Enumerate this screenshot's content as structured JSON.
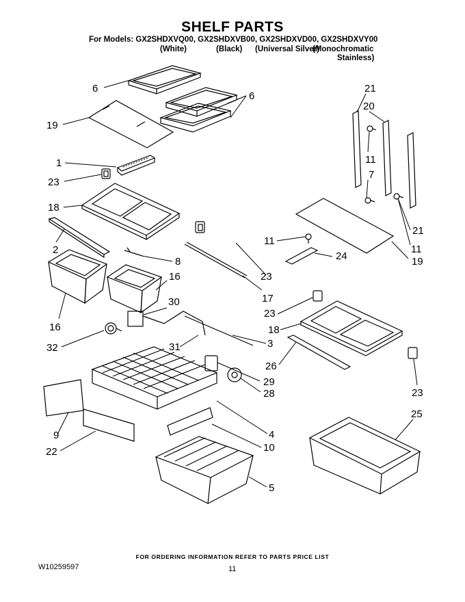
{
  "header": {
    "title": "SHELF PARTS",
    "models_line": "For Models: GX2SHDXVQ00, GX2SHDXVB00, GX2SHDXVD00, GX2SHDXVY00",
    "colors": [
      "(White)",
      "(Black)",
      "(Universal Silver)",
      "(Monochromatic"
    ],
    "colors_cont": "Stainless)"
  },
  "callouts": [
    "6",
    "6",
    "19",
    "1",
    "23",
    "18",
    "2",
    "8",
    "16",
    "16",
    "32",
    "30",
    "3",
    "31",
    "29",
    "28",
    "9",
    "22",
    "4",
    "10",
    "5",
    "21",
    "20",
    "11",
    "7",
    "21",
    "11",
    "11",
    "24",
    "19",
    "23",
    "17",
    "23",
    "18",
    "26",
    "23",
    "25"
  ],
  "footer": {
    "ordering": "FOR ORDERING INFORMATION REFER TO PARTS PRICE LIST",
    "doc_number": "W10259597",
    "page": "11"
  }
}
